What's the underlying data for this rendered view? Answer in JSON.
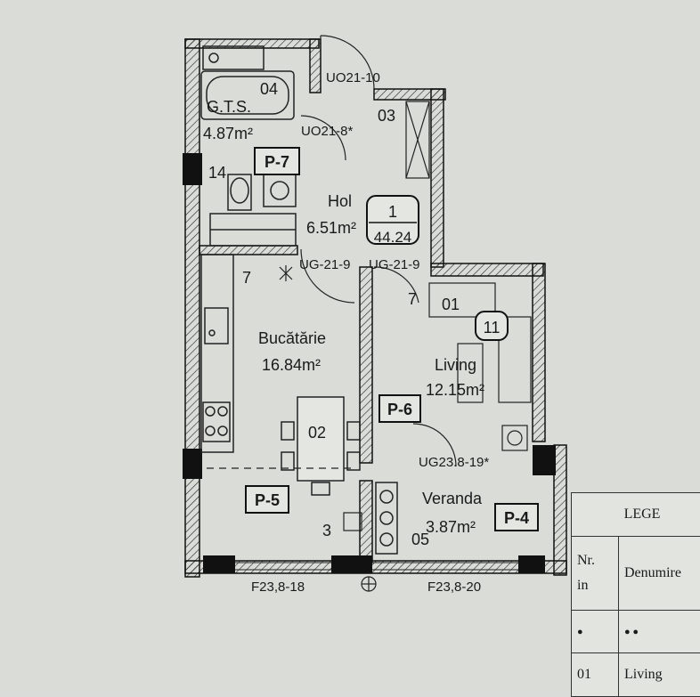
{
  "plan": {
    "rooms": {
      "gts": {
        "number": "04",
        "name": "G.T.S.",
        "area": "4.87m²"
      },
      "hall": {
        "number": "03",
        "name": "Hol",
        "area": "6.51m²"
      },
      "kitchen": {
        "number": "02",
        "name": "Bucătărie",
        "area": "16.84m²"
      },
      "living": {
        "number": "01",
        "name": "Living",
        "area": "12.15m²"
      },
      "veranda": {
        "number": "05",
        "name": "Veranda",
        "area": "3.87m²"
      }
    },
    "apartment_badge": {
      "number": "1",
      "area": "44.24"
    },
    "living_badge": "11",
    "pillars": {
      "p7": "P-7",
      "p6": "P-6",
      "p5": "P-5",
      "p4": "P-4"
    },
    "door_codes": {
      "uo21_10": "UO21-10",
      "uo21_8": "UO21-8*",
      "ug21_9_left": "UG-21-9",
      "ug21_9_right": "UG-21-9",
      "ug23_8_19": "UG23.8-19*"
    },
    "window_codes": {
      "f23_8_18": "F23,8-18",
      "f23_8_20": "F23,8-20"
    },
    "markers": {
      "m14": "14",
      "m7_left": "7",
      "m7_right": "7",
      "m3": "3"
    }
  },
  "legend": {
    "title": "LEGE",
    "col_nr": "Nr.",
    "col_in": "in",
    "col_name": "Denumire",
    "row1_nr": "01",
    "row1_name": "Living"
  }
}
